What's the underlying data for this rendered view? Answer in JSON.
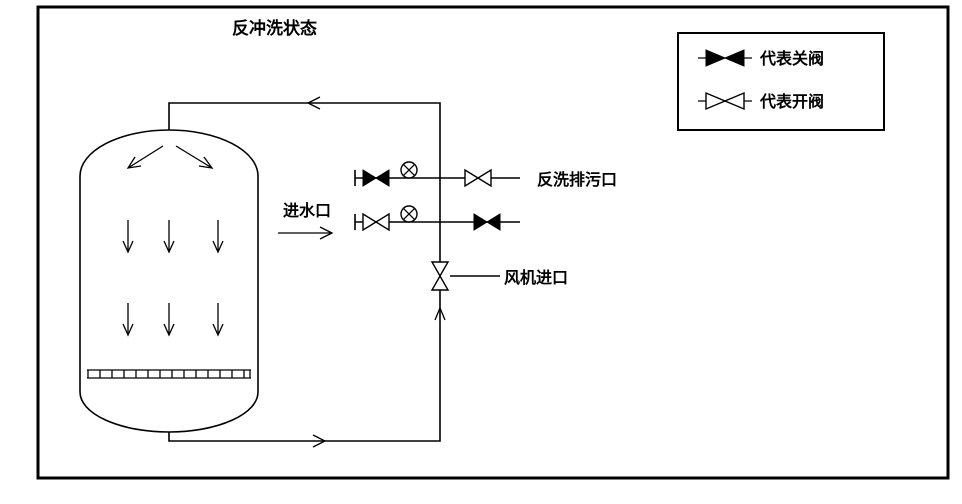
{
  "title": "反冲洗状态",
  "legend": {
    "closed": "代表关阀",
    "open": "代表开阀"
  },
  "labels": {
    "water_inlet": "进水口",
    "backwash_drain": "反洗排污口",
    "fan_inlet": "风机进口"
  },
  "icons": {
    "closed_valve": "filled-bowtie-valve",
    "open_valve": "outlined-bowtie-valve",
    "indicator": "circle-cross-indicator"
  },
  "colors": {
    "line": "#000000",
    "background": "#ffffff"
  }
}
